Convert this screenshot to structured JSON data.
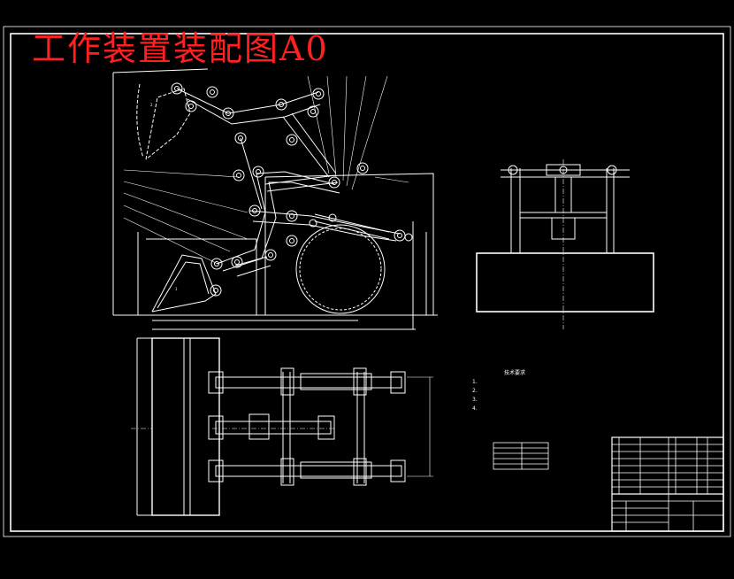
{
  "title": "工作装置装配图A0",
  "notes": {
    "heading": "技术要求",
    "items": [
      "1.",
      "2.",
      "3.",
      "4."
    ]
  },
  "colors": {
    "background": "#000000",
    "line": "#ffffff",
    "title": "#ff2020",
    "hidden": "#cfcfcf"
  }
}
